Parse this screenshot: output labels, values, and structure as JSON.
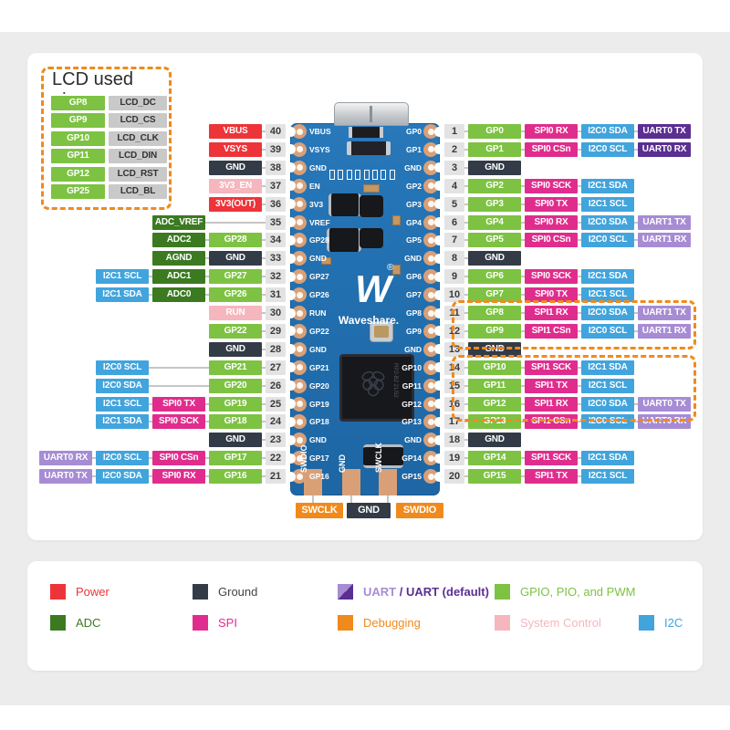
{
  "colors": {
    "power": "#ED3438",
    "ground": "#333B47",
    "sysctl": "#F5B6BD",
    "adc": "#3B7A21",
    "gpio": "#7DC242",
    "spi": "#E02D8D",
    "i2c": "#41A4DD",
    "uart": "#A78CD4",
    "uart_default": "#5B2E92",
    "debug": "#F08A1D",
    "lcd_gray": "#C9C9C9",
    "highlight_dash": "#F08A1D",
    "board_blue": "#2270B0",
    "copper": "#D9A078"
  },
  "lcd_panel": {
    "title": "LCD used pins",
    "rows": [
      {
        "pin": "GP8",
        "label": "LCD_DC"
      },
      {
        "pin": "GP9",
        "label": "LCD_CS"
      },
      {
        "pin": "GP10",
        "label": "LCD_CLK"
      },
      {
        "pin": "GP11",
        "label": "LCD_DIN"
      },
      {
        "pin": "GP12",
        "label": "LCD_RST"
      },
      {
        "pin": "GP25",
        "label": "LCD_BL"
      }
    ]
  },
  "left_pins": [
    {
      "num": 40,
      "cells": [
        {
          "col": 0,
          "text": "VBUS",
          "type": "power"
        }
      ]
    },
    {
      "num": 39,
      "cells": [
        {
          "col": 0,
          "text": "VSYS",
          "type": "power"
        }
      ]
    },
    {
      "num": 38,
      "cells": [
        {
          "col": 0,
          "text": "GND",
          "type": "ground"
        }
      ]
    },
    {
      "num": 37,
      "cells": [
        {
          "col": 0,
          "text": "3V3_EN",
          "type": "sysctl"
        }
      ]
    },
    {
      "num": 36,
      "cells": [
        {
          "col": 0,
          "text": "3V3(OUT)",
          "type": "power"
        }
      ]
    },
    {
      "num": 35,
      "cells": [
        {
          "col": 1,
          "text": "ADC_VREF",
          "type": "adc"
        }
      ]
    },
    {
      "num": 34,
      "cells": [
        {
          "col": 0,
          "text": "GP28",
          "type": "gpio"
        },
        {
          "col": 1,
          "text": "ADC2",
          "type": "adc"
        }
      ]
    },
    {
      "num": 33,
      "cells": [
        {
          "col": 0,
          "text": "GND",
          "type": "ground"
        },
        {
          "col": 1,
          "text": "AGND",
          "type": "adc"
        }
      ]
    },
    {
      "num": 32,
      "cells": [
        {
          "col": 0,
          "text": "GP27",
          "type": "gpio"
        },
        {
          "col": 1,
          "text": "ADC1",
          "type": "adc"
        },
        {
          "col": 2,
          "text": "I2C1 SCL",
          "type": "i2c"
        }
      ]
    },
    {
      "num": 31,
      "cells": [
        {
          "col": 0,
          "text": "GP26",
          "type": "gpio"
        },
        {
          "col": 1,
          "text": "ADC0",
          "type": "adc"
        },
        {
          "col": 2,
          "text": "I2C1 SDA",
          "type": "i2c"
        }
      ]
    },
    {
      "num": 30,
      "cells": [
        {
          "col": 0,
          "text": "RUN",
          "type": "sysctl"
        }
      ]
    },
    {
      "num": 29,
      "cells": [
        {
          "col": 0,
          "text": "GP22",
          "type": "gpio"
        }
      ]
    },
    {
      "num": 28,
      "cells": [
        {
          "col": 0,
          "text": "GND",
          "type": "ground"
        }
      ]
    },
    {
      "num": 27,
      "cells": [
        {
          "col": 0,
          "text": "GP21",
          "type": "gpio"
        },
        {
          "col": 2,
          "text": "I2C0 SCL",
          "type": "i2c"
        }
      ]
    },
    {
      "num": 26,
      "cells": [
        {
          "col": 0,
          "text": "GP20",
          "type": "gpio"
        },
        {
          "col": 2,
          "text": "I2C0 SDA",
          "type": "i2c"
        }
      ]
    },
    {
      "num": 25,
      "cells": [
        {
          "col": 0,
          "text": "GP19",
          "type": "gpio"
        },
        {
          "col": 1,
          "text": "SPI0 TX",
          "type": "spi"
        },
        {
          "col": 2,
          "text": "I2C1 SCL",
          "type": "i2c"
        }
      ]
    },
    {
      "num": 24,
      "cells": [
        {
          "col": 0,
          "text": "GP18",
          "type": "gpio"
        },
        {
          "col": 1,
          "text": "SPI0 SCK",
          "type": "spi"
        },
        {
          "col": 2,
          "text": "I2C1 SDA",
          "type": "i2c"
        }
      ]
    },
    {
      "num": 23,
      "cells": [
        {
          "col": 0,
          "text": "GND",
          "type": "ground"
        }
      ]
    },
    {
      "num": 22,
      "cells": [
        {
          "col": 0,
          "text": "GP17",
          "type": "gpio"
        },
        {
          "col": 1,
          "text": "SPI0 CSn",
          "type": "spi"
        },
        {
          "col": 2,
          "text": "I2C0 SCL",
          "type": "i2c"
        },
        {
          "col": 3,
          "text": "UART0 RX",
          "type": "uart"
        }
      ]
    },
    {
      "num": 21,
      "cells": [
        {
          "col": 0,
          "text": "GP16",
          "type": "gpio"
        },
        {
          "col": 1,
          "text": "SPI0 RX",
          "type": "spi"
        },
        {
          "col": 2,
          "text": "I2C0 SDA",
          "type": "i2c"
        },
        {
          "col": 3,
          "text": "UART0 TX",
          "type": "uart"
        }
      ]
    }
  ],
  "right_pins": [
    {
      "num": 1,
      "cells": [
        {
          "col": 0,
          "text": "GP0",
          "type": "gpio"
        },
        {
          "col": 1,
          "text": "SPI0 RX",
          "type": "spi"
        },
        {
          "col": 2,
          "text": "I2C0 SDA",
          "type": "i2c"
        },
        {
          "col": 3,
          "text": "UART0 TX",
          "type": "uart_default"
        }
      ]
    },
    {
      "num": 2,
      "cells": [
        {
          "col": 0,
          "text": "GP1",
          "type": "gpio"
        },
        {
          "col": 1,
          "text": "SPI0 CSn",
          "type": "spi"
        },
        {
          "col": 2,
          "text": "I2C0 SCL",
          "type": "i2c"
        },
        {
          "col": 3,
          "text": "UART0 RX",
          "type": "uart_default"
        }
      ]
    },
    {
      "num": 3,
      "cells": [
        {
          "col": 0,
          "text": "GND",
          "type": "ground"
        }
      ]
    },
    {
      "num": 4,
      "cells": [
        {
          "col": 0,
          "text": "GP2",
          "type": "gpio"
        },
        {
          "col": 1,
          "text": "SPI0 SCK",
          "type": "spi"
        },
        {
          "col": 2,
          "text": "I2C1 SDA",
          "type": "i2c"
        }
      ]
    },
    {
      "num": 5,
      "cells": [
        {
          "col": 0,
          "text": "GP3",
          "type": "gpio"
        },
        {
          "col": 1,
          "text": "SPI0 TX",
          "type": "spi"
        },
        {
          "col": 2,
          "text": "I2C1 SCL",
          "type": "i2c"
        }
      ]
    },
    {
      "num": 6,
      "cells": [
        {
          "col": 0,
          "text": "GP4",
          "type": "gpio"
        },
        {
          "col": 1,
          "text": "SPI0 RX",
          "type": "spi"
        },
        {
          "col": 2,
          "text": "I2C0 SDA",
          "type": "i2c"
        },
        {
          "col": 3,
          "text": "UART1 TX",
          "type": "uart"
        }
      ]
    },
    {
      "num": 7,
      "cells": [
        {
          "col": 0,
          "text": "GP5",
          "type": "gpio"
        },
        {
          "col": 1,
          "text": "SPI0 CSn",
          "type": "spi"
        },
        {
          "col": 2,
          "text": "I2C0 SCL",
          "type": "i2c"
        },
        {
          "col": 3,
          "text": "UART1 RX",
          "type": "uart"
        }
      ]
    },
    {
      "num": 8,
      "cells": [
        {
          "col": 0,
          "text": "GND",
          "type": "ground"
        }
      ]
    },
    {
      "num": 9,
      "cells": [
        {
          "col": 0,
          "text": "GP6",
          "type": "gpio"
        },
        {
          "col": 1,
          "text": "SPI0 SCK",
          "type": "spi"
        },
        {
          "col": 2,
          "text": "I2C1 SDA",
          "type": "i2c"
        }
      ]
    },
    {
      "num": 10,
      "cells": [
        {
          "col": 0,
          "text": "GP7",
          "type": "gpio"
        },
        {
          "col": 1,
          "text": "SPI0 TX",
          "type": "spi"
        },
        {
          "col": 2,
          "text": "I2C1 SCL",
          "type": "i2c"
        }
      ]
    },
    {
      "num": 11,
      "cells": [
        {
          "col": 0,
          "text": "GP8",
          "type": "gpio"
        },
        {
          "col": 1,
          "text": "SPI1 RX",
          "type": "spi"
        },
        {
          "col": 2,
          "text": "I2C0 SDA",
          "type": "i2c"
        },
        {
          "col": 3,
          "text": "UART1 TX",
          "type": "uart"
        }
      ]
    },
    {
      "num": 12,
      "cells": [
        {
          "col": 0,
          "text": "GP9",
          "type": "gpio"
        },
        {
          "col": 1,
          "text": "SPI1 CSn",
          "type": "spi"
        },
        {
          "col": 2,
          "text": "I2C0 SCL",
          "type": "i2c"
        },
        {
          "col": 3,
          "text": "UART1 RX",
          "type": "uart"
        }
      ]
    },
    {
      "num": 13,
      "cells": [
        {
          "col": 0,
          "text": "GND",
          "type": "ground"
        }
      ]
    },
    {
      "num": 14,
      "cells": [
        {
          "col": 0,
          "text": "GP10",
          "type": "gpio"
        },
        {
          "col": 1,
          "text": "SPI1 SCK",
          "type": "spi"
        },
        {
          "col": 2,
          "text": "I2C1 SDA",
          "type": "i2c"
        }
      ]
    },
    {
      "num": 15,
      "cells": [
        {
          "col": 0,
          "text": "GP11",
          "type": "gpio"
        },
        {
          "col": 1,
          "text": "SPI1 TX",
          "type": "spi"
        },
        {
          "col": 2,
          "text": "I2C1 SCL",
          "type": "i2c"
        }
      ]
    },
    {
      "num": 16,
      "cells": [
        {
          "col": 0,
          "text": "GP12",
          "type": "gpio"
        },
        {
          "col": 1,
          "text": "SPI1 RX",
          "type": "spi"
        },
        {
          "col": 2,
          "text": "I2C0 SDA",
          "type": "i2c"
        },
        {
          "col": 3,
          "text": "UART0 TX",
          "type": "uart"
        }
      ]
    },
    {
      "num": 17,
      "cells": [
        {
          "col": 0,
          "text": "GP13",
          "type": "gpio"
        },
        {
          "col": 1,
          "text": "SPI1 CSn",
          "type": "spi"
        },
        {
          "col": 2,
          "text": "I2C0 SCL",
          "type": "i2c"
        },
        {
          "col": 3,
          "text": "UART0 RX",
          "type": "uart"
        }
      ]
    },
    {
      "num": 18,
      "cells": [
        {
          "col": 0,
          "text": "GND",
          "type": "ground"
        }
      ]
    },
    {
      "num": 19,
      "cells": [
        {
          "col": 0,
          "text": "GP14",
          "type": "gpio"
        },
        {
          "col": 1,
          "text": "SPI1 SCK",
          "type": "spi"
        },
        {
          "col": 2,
          "text": "I2C1 SDA",
          "type": "i2c"
        }
      ]
    },
    {
      "num": 20,
      "cells": [
        {
          "col": 0,
          "text": "GP15",
          "type": "gpio"
        },
        {
          "col": 1,
          "text": "SPI1 TX",
          "type": "spi"
        },
        {
          "col": 2,
          "text": "I2C1 SCL",
          "type": "i2c"
        }
      ]
    }
  ],
  "highlights": {
    "right_pin_groups": [
      [
        11,
        12
      ],
      [
        14,
        15,
        16
      ]
    ]
  },
  "board": {
    "left_silk": [
      "VBUS",
      "VSYS",
      "GND",
      "EN",
      "3V3",
      "VREF",
      "GP28",
      "GND",
      "GP27",
      "GP26",
      "RUN",
      "GP22",
      "GND",
      "GP21",
      "GP20",
      "GP19",
      "GP18",
      "GND",
      "GP17",
      "GP16"
    ],
    "right_silk": [
      "GP0",
      "GP1",
      "GND",
      "GP2",
      "GP3",
      "GP4",
      "GP5",
      "GND",
      "GP6",
      "GP7",
      "GP8",
      "GP9",
      "GND",
      "GP10",
      "GP11",
      "GP12",
      "GP13",
      "GND",
      "GP14",
      "GP15"
    ],
    "logo_glyph": "W",
    "logo_reg": "®",
    "logo_text": "Waveshare.",
    "chip_marking": "RP2-B2 21/52",
    "swd_silk": [
      "SWDIO",
      "GND",
      "SWCLK"
    ],
    "swd_callouts": [
      {
        "text": "SWCLK",
        "type": "debug"
      },
      {
        "text": "GND",
        "type": "ground"
      },
      {
        "text": "SWDIO",
        "type": "debug"
      }
    ]
  },
  "legend": {
    "rows": [
      [
        {
          "label": "Power",
          "type": "power"
        },
        {
          "label": "Ground",
          "type": "ground"
        },
        {
          "label_parts": [
            {
              "text": "UART",
              "type": "uart"
            },
            {
              "text": " / ",
              "type": "uart_default"
            },
            {
              "text": "UART (default)",
              "type": "uart_default"
            }
          ],
          "type": "uart_split"
        },
        {
          "label": "GPIO, PIO, and PWM",
          "type": "gpio"
        }
      ],
      [
        {
          "label": "ADC",
          "type": "adc"
        },
        {
          "label": "SPI",
          "type": "spi"
        },
        {
          "label": "Debugging",
          "type": "debug"
        },
        {
          "label": "System Control",
          "type": "sysctl"
        },
        {
          "label": "I2C",
          "type": "i2c"
        }
      ]
    ]
  }
}
